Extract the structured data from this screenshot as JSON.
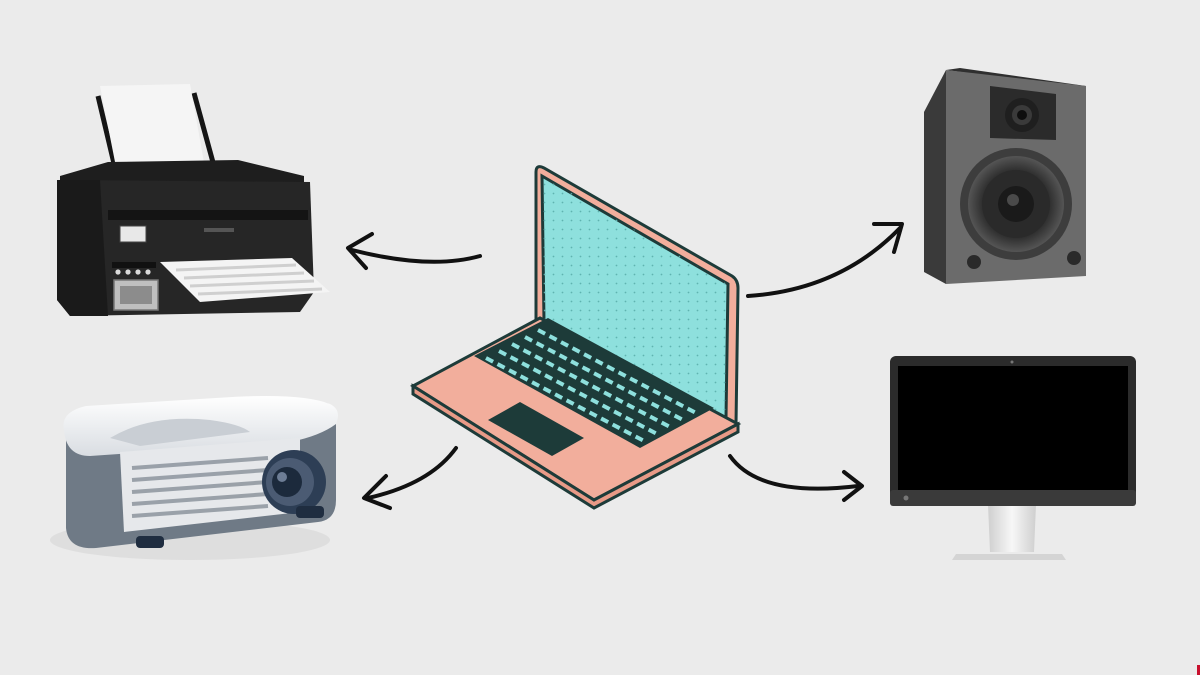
{
  "diagram": {
    "hub": {
      "icon": "laptop-icon"
    },
    "devices": [
      {
        "id": "printer",
        "icon": "printer-icon"
      },
      {
        "id": "projector",
        "icon": "projector-icon"
      },
      {
        "id": "speaker",
        "icon": "speaker-icon"
      },
      {
        "id": "monitor",
        "icon": "monitor-icon"
      }
    ],
    "connections": [
      {
        "from": "laptop",
        "to": "printer"
      },
      {
        "from": "laptop",
        "to": "projector"
      },
      {
        "from": "laptop",
        "to": "speaker"
      },
      {
        "from": "laptop",
        "to": "monitor"
      }
    ]
  },
  "colors": {
    "background": "#ebebeb",
    "laptop_screen": "#8ee0dd",
    "laptop_body": "#f2ae9c",
    "laptop_outline": "#1d3b39",
    "arrow": "#111111",
    "corner_mark": "#c8102e"
  }
}
